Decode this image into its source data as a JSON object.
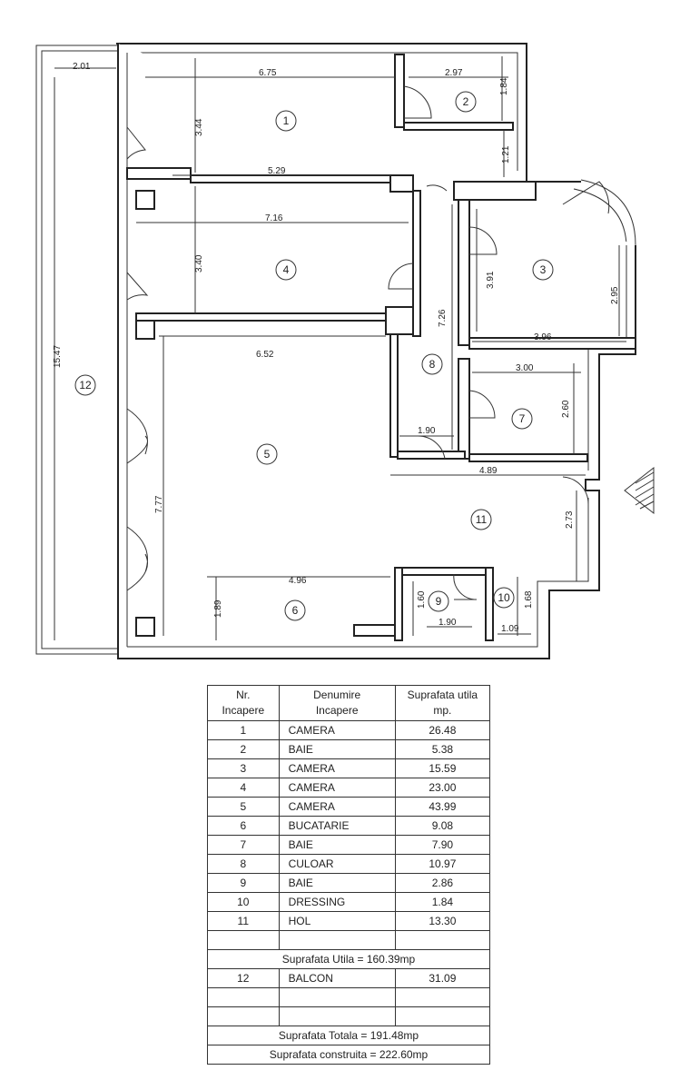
{
  "rooms": [
    {
      "id": "1",
      "name": "CAMERA",
      "area": "26.48"
    },
    {
      "id": "2",
      "name": "BAIE",
      "area": "5.38"
    },
    {
      "id": "3",
      "name": "CAMERA",
      "area": "15.59"
    },
    {
      "id": "4",
      "name": "CAMERA",
      "area": "23.00"
    },
    {
      "id": "5",
      "name": "CAMERA",
      "area": "43.99"
    },
    {
      "id": "6",
      "name": "BUCATARIE",
      "area": "9.08"
    },
    {
      "id": "7",
      "name": "BAIE",
      "area": "7.90"
    },
    {
      "id": "8",
      "name": "CULOAR",
      "area": "10.97"
    },
    {
      "id": "9",
      "name": "BAIE",
      "area": "2.86"
    },
    {
      "id": "10",
      "name": "DRESSING",
      "area": "1.84"
    },
    {
      "id": "11",
      "name": "HOL",
      "area": "13.30"
    }
  ],
  "balcony": {
    "id": "12",
    "name": "BALCON",
    "area": "31.09"
  },
  "table": {
    "col1_line1": "Nr.",
    "col1_line2": "Incapere",
    "col2_line1": "Denumire",
    "col2_line2": "Incapere",
    "col3_line1": "Suprafata utila",
    "col3_line2": "mp.",
    "useful_total": "Suprafata Utila = 160.39mp",
    "grand_total": "Suprafata Totala = 191.48mp",
    "built_total": "Suprafata construita = 222.60mp"
  },
  "dimensions": {
    "d_2_01": "2.01",
    "d_6_75": "6.75",
    "d_2_97": "2.97",
    "d_1_84": "1.84",
    "d_3_44": "3.44",
    "d_1_21": "1.21",
    "d_5_29": "5.29",
    "d_7_16": "7.16",
    "d_3_40": "3.40",
    "d_3_91": "3.91",
    "d_2_95": "2.95",
    "d_7_26": "7.26",
    "d_3_96": "3.96",
    "d_6_52": "6.52",
    "d_15_47": "15.47",
    "d_3_00": "3.00",
    "d_2_60": "2.60",
    "d_1_90a": "1.90",
    "d_4_89": "4.89",
    "d_7_77": "7.77",
    "d_2_73": "2.73",
    "d_4_96": "4.96",
    "d_1_89": "1.89",
    "d_1_60": "1.60",
    "d_1_68": "1.68",
    "d_1_90b": "1.90",
    "d_1_09": "1.09"
  }
}
